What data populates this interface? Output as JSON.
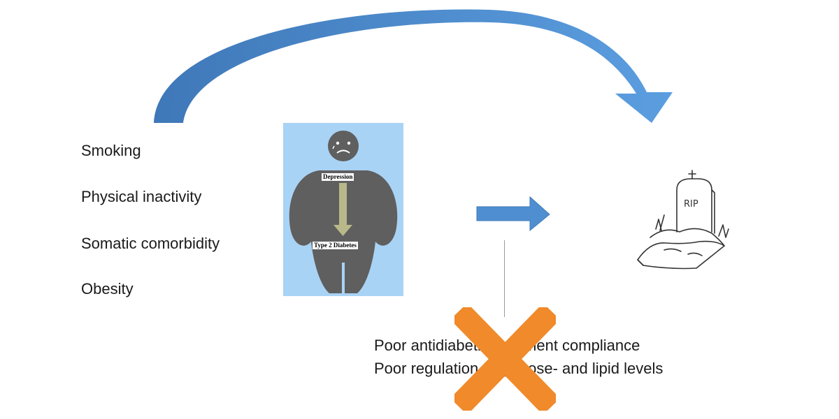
{
  "risk_factors": [
    "Smoking",
    "Physical inactivity",
    "Somatic comorbidity",
    "Obesity"
  ],
  "figure": {
    "label_top": "Depression",
    "label_bottom": "Type 2 Diabetes"
  },
  "compliance_lines": [
    "Poor antidiabetic treatment compliance",
    "Poor regulation of glucose- and lipid levels"
  ],
  "grave": {
    "tombstone_text": "RIP"
  },
  "colors": {
    "arrow_blue": "#4f8fd1",
    "arrow_blue_dark": "#3f78b8",
    "panel_bg": "#a9d3f5",
    "figure_grey": "#5f5f5f",
    "inner_arrow": "#b8b88a",
    "cross_orange": "#f08a2a"
  }
}
